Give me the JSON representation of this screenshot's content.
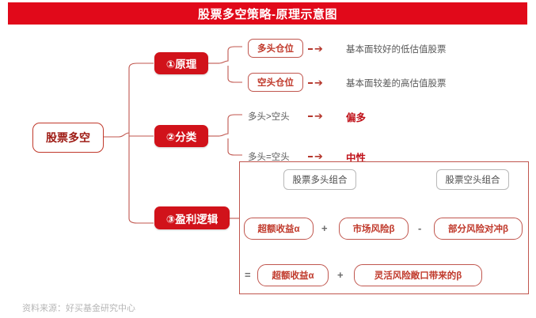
{
  "header": {
    "title": "股票多空策略-原理示意图",
    "background": "#e1091a",
    "text_color": "#ffffff"
  },
  "root_node": {
    "label": "股票多空",
    "text_color": "#9e1b14",
    "border_color": "#c0392b"
  },
  "branches": [
    {
      "id": "principle",
      "label": "①原理",
      "box_color": "#d1121a",
      "items": [
        {
          "tag": "多头仓位",
          "arrow": "→",
          "desc": "基本面较好的低估值股票"
        },
        {
          "tag": "空头仓位",
          "arrow": "→",
          "desc": "基本面较差的高估值股票"
        }
      ]
    },
    {
      "id": "classification",
      "label": "②分类",
      "box_color": "#d1121a",
      "items": [
        {
          "condition": "多头>空头",
          "arrow": "→",
          "result": "偏多"
        },
        {
          "condition": "多头=空头",
          "arrow": "→",
          "result": "中性"
        }
      ]
    },
    {
      "id": "profit-logic",
      "label": "③盈利逻辑",
      "box_color": "#d1121a"
    }
  ],
  "profit_logic": {
    "portfolios": [
      {
        "id": "long",
        "label": "股票多头组合"
      },
      {
        "id": "short",
        "label": "股票空头组合"
      }
    ],
    "row1": {
      "terms": [
        {
          "label": "超额收益α"
        },
        {
          "label": "市场风险β"
        },
        {
          "label": "部分风险对冲β"
        }
      ],
      "operators": [
        "+",
        "-"
      ]
    },
    "row2": {
      "equals": "=",
      "terms": [
        {
          "label": "超额收益α"
        },
        {
          "label": "灵活风险敞口带来的β"
        }
      ],
      "operators": [
        "+"
      ]
    }
  },
  "footer": {
    "source": "资料来源：好买基金研究中心"
  }
}
